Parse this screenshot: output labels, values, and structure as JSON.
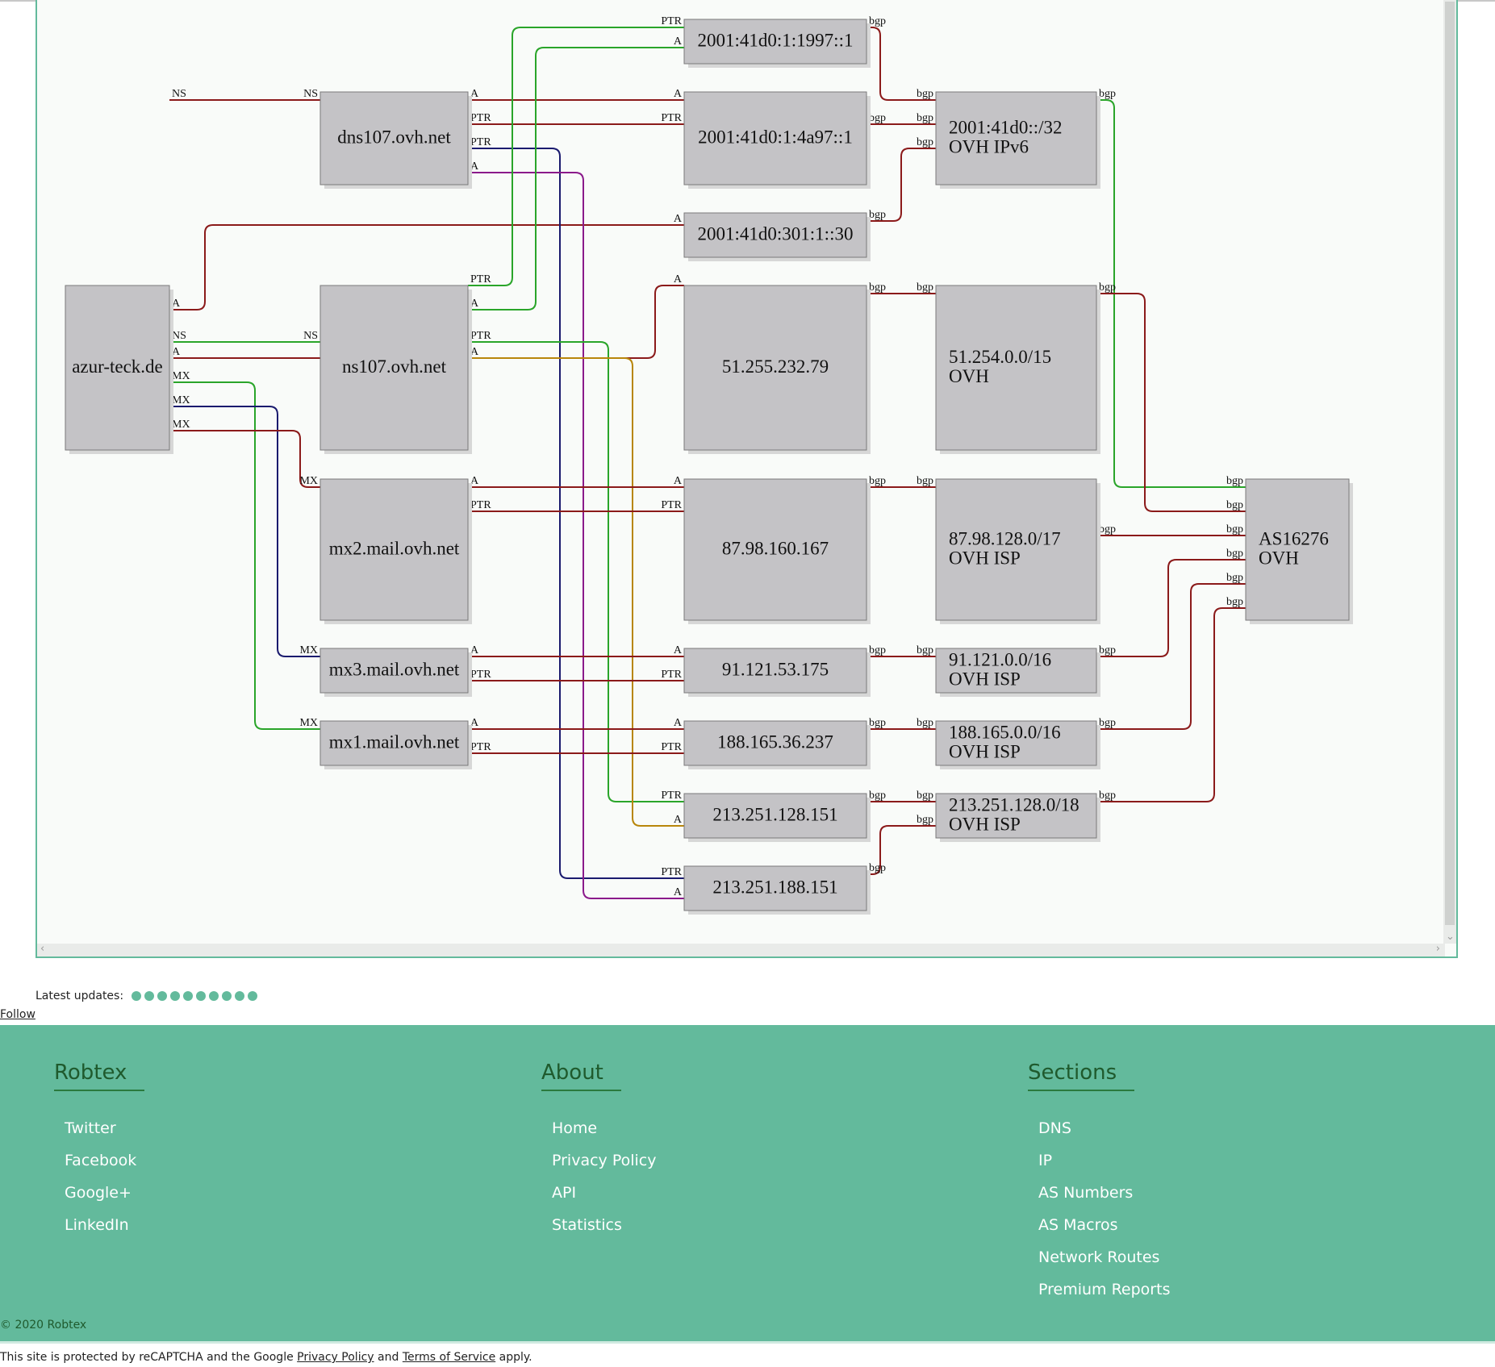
{
  "nodes": [
    {
      "id": "azur",
      "lines": [
        "azur-teck.de"
      ]
    },
    {
      "id": "dns107",
      "lines": [
        "dns107.ovh.net"
      ]
    },
    {
      "id": "ns107",
      "lines": [
        "ns107.ovh.net"
      ]
    },
    {
      "id": "mx2",
      "lines": [
        "mx2.mail.ovh.net"
      ]
    },
    {
      "id": "mx3",
      "lines": [
        "mx3.mail.ovh.net"
      ]
    },
    {
      "id": "mx1",
      "lines": [
        "mx1.mail.ovh.net"
      ]
    },
    {
      "id": "v6a",
      "lines": [
        "2001:41d0:1:1997::1"
      ]
    },
    {
      "id": "v6b",
      "lines": [
        "2001:41d0:1:4a97::1"
      ]
    },
    {
      "id": "v6c",
      "lines": [
        "2001:41d0:301:1::30"
      ]
    },
    {
      "id": "ip1",
      "lines": [
        "51.255.232.79"
      ]
    },
    {
      "id": "ip2",
      "lines": [
        "87.98.160.167"
      ]
    },
    {
      "id": "ip3",
      "lines": [
        "91.121.53.175"
      ]
    },
    {
      "id": "ip4",
      "lines": [
        "188.165.36.237"
      ]
    },
    {
      "id": "ip5",
      "lines": [
        "213.251.128.151"
      ]
    },
    {
      "id": "ip6",
      "lines": [
        "213.251.188.151"
      ]
    },
    {
      "id": "p1",
      "lines": [
        "2001:41d0::/32",
        "OVH IPv6"
      ]
    },
    {
      "id": "p2",
      "lines": [
        "51.254.0.0/15",
        "OVH"
      ]
    },
    {
      "id": "p3",
      "lines": [
        "87.98.128.0/17",
        "OVH ISP"
      ]
    },
    {
      "id": "p4",
      "lines": [
        "91.121.0.0/16",
        "OVH ISP"
      ]
    },
    {
      "id": "p5",
      "lines": [
        "188.165.0.0/16",
        "OVH ISP"
      ]
    },
    {
      "id": "p6",
      "lines": [
        "213.251.128.0/18",
        "OVH ISP"
      ]
    },
    {
      "id": "as",
      "lines": [
        "AS16276",
        "OVH"
      ]
    }
  ],
  "edges": [
    {
      "from": "azur",
      "to": "dns107",
      "from_label": "NS",
      "to_label": "NS",
      "color": "#8b1a1a"
    },
    {
      "from": "azur",
      "to": "v6c",
      "from_label": "A",
      "to_label": "A",
      "color": "#8b1a1a"
    },
    {
      "from": "azur",
      "to": "ns107",
      "from_label": "NS",
      "to_label": "NS",
      "color": "#2aa52a"
    },
    {
      "from": "azur",
      "to": "ip1",
      "from_label": "A",
      "to_label": "A",
      "color": "#8b1a1a"
    },
    {
      "from": "azur",
      "to": "mx1",
      "from_label": "MX",
      "to_label": "MX",
      "color": "#2aa52a"
    },
    {
      "from": "azur",
      "to": "mx3",
      "from_label": "MX",
      "to_label": "MX",
      "color": "#1a1a6e"
    },
    {
      "from": "azur",
      "to": "mx2",
      "from_label": "MX",
      "to_label": "MX",
      "color": "#8b1a1a"
    },
    {
      "from": "dns107",
      "to": "v6b",
      "from_label": "A",
      "to_label": "A",
      "color": "#8b1a1a"
    },
    {
      "from": "dns107",
      "to": "v6b",
      "from_label": "PTR",
      "to_label": "PTR",
      "color": "#8b1a1a"
    },
    {
      "from": "dns107",
      "to": "ip6",
      "from_label": "PTR",
      "to_label": "PTR",
      "color": "#1a1a6e"
    },
    {
      "from": "dns107",
      "to": "ip6",
      "from_label": "A",
      "to_label": "A",
      "color": "#8b1a8b"
    },
    {
      "from": "ns107",
      "to": "v6a",
      "from_label": "PTR",
      "to_label": "PTR",
      "color": "#2aa52a"
    },
    {
      "from": "ns107",
      "to": "v6a",
      "from_label": "A",
      "to_label": "A",
      "color": "#2aa52a"
    },
    {
      "from": "ns107",
      "to": "ip5",
      "from_label": "PTR",
      "to_label": "PTR",
      "color": "#2aa52a"
    },
    {
      "from": "ns107",
      "to": "ip5",
      "from_label": "A",
      "to_label": "A",
      "color": "#b8860b"
    },
    {
      "from": "mx2",
      "to": "ip2",
      "from_label": "A",
      "to_label": "A",
      "color": "#8b1a1a"
    },
    {
      "from": "mx2",
      "to": "ip2",
      "from_label": "PTR",
      "to_label": "PTR",
      "color": "#8b1a1a"
    },
    {
      "from": "mx3",
      "to": "ip3",
      "from_label": "A",
      "to_label": "A",
      "color": "#8b1a1a"
    },
    {
      "from": "mx3",
      "to": "ip3",
      "from_label": "PTR",
      "to_label": "PTR",
      "color": "#8b1a1a"
    },
    {
      "from": "mx1",
      "to": "ip4",
      "from_label": "A",
      "to_label": "A",
      "color": "#8b1a1a"
    },
    {
      "from": "mx1",
      "to": "ip4",
      "from_label": "PTR",
      "to_label": "PTR",
      "color": "#8b1a1a"
    },
    {
      "from": "v6a",
      "to": "p1",
      "from_label": "bgp",
      "to_label": "bgp",
      "color": "#8b1a1a"
    },
    {
      "from": "v6b",
      "to": "p1",
      "from_label": "bgp",
      "to_label": "bgp",
      "color": "#8b1a1a"
    },
    {
      "from": "v6c",
      "to": "p1",
      "from_label": "bgp",
      "to_label": "bgp",
      "color": "#8b1a1a"
    },
    {
      "from": "ip1",
      "to": "p2",
      "from_label": "bgp",
      "to_label": "bgp",
      "color": "#8b1a1a"
    },
    {
      "from": "ip2",
      "to": "p3",
      "from_label": "bgp",
      "to_label": "bgp",
      "color": "#8b1a1a"
    },
    {
      "from": "ip3",
      "to": "p4",
      "from_label": "bgp",
      "to_label": "bgp",
      "color": "#8b1a1a"
    },
    {
      "from": "ip4",
      "to": "p5",
      "from_label": "bgp",
      "to_label": "bgp",
      "color": "#8b1a1a"
    },
    {
      "from": "ip5",
      "to": "p6",
      "from_label": "bgp",
      "to_label": "bgp",
      "color": "#8b1a1a"
    },
    {
      "from": "ip6",
      "to": "p6",
      "from_label": "bgp",
      "to_label": "bgp",
      "color": "#8b1a1a"
    },
    {
      "from": "p1",
      "to": "as",
      "from_label": "bgp",
      "to_label": "bgp",
      "color": "#2aa52a"
    },
    {
      "from": "p2",
      "to": "as",
      "from_label": "bgp",
      "to_label": "bgp",
      "color": "#8b1a1a"
    },
    {
      "from": "p3",
      "to": "as",
      "from_label": "bgp",
      "to_label": "bgp",
      "color": "#8b1a1a"
    },
    {
      "from": "p4",
      "to": "as",
      "from_label": "bgp",
      "to_label": "bgp",
      "color": "#8b1a1a"
    },
    {
      "from": "p5",
      "to": "as",
      "from_label": "bgp",
      "to_label": "bgp",
      "color": "#8b1a1a"
    },
    {
      "from": "p6",
      "to": "as",
      "from_label": "bgp",
      "to_label": "bgp",
      "color": "#8b1a1a"
    }
  ],
  "updates": {
    "label": "Latest updates:",
    "count": 10
  },
  "follow": "Follow",
  "footer": {
    "columns": [
      {
        "title": "Robtex",
        "items": [
          "Twitter",
          "Facebook",
          "Google+",
          "LinkedIn"
        ]
      },
      {
        "title": "About",
        "items": [
          "Home",
          "Privacy Policy",
          "API",
          "Statistics"
        ]
      },
      {
        "title": "Sections",
        "items": [
          "DNS",
          "IP",
          "AS Numbers",
          "AS Macros",
          "Network Routes",
          "Premium Reports"
        ]
      }
    ],
    "copyright": "© 2020 Robtex"
  },
  "recaptcha": {
    "prefix": "This site is protected by reCAPTCHA and the Google ",
    "privacy": "Privacy Policy",
    "mid": " and ",
    "terms": "Terms of Service",
    "suffix": " apply."
  },
  "colors": {
    "accent": "#63ba9c",
    "node_fill": "#c4c3c6",
    "heading": "#1f5a2d"
  }
}
